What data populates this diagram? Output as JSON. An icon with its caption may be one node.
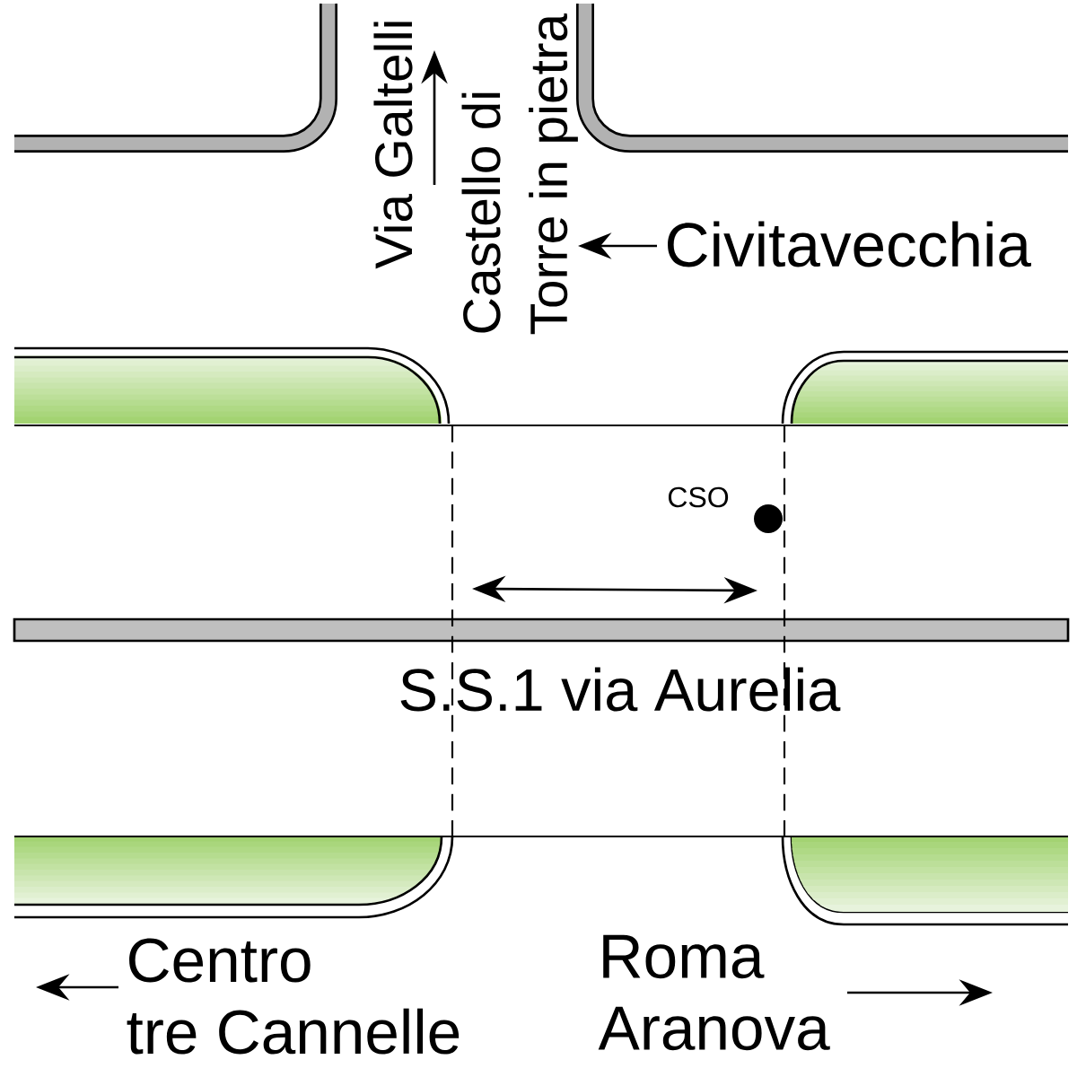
{
  "diagram": {
    "labels": [
      "Via Galtelli",
      "Castello di Torre in pietra",
      "Civitavecchia",
      "CSO",
      "S.S.1 via Aurelia",
      "Centro tre Cannelle",
      "Roma Aranova"
    ]
  }
}
